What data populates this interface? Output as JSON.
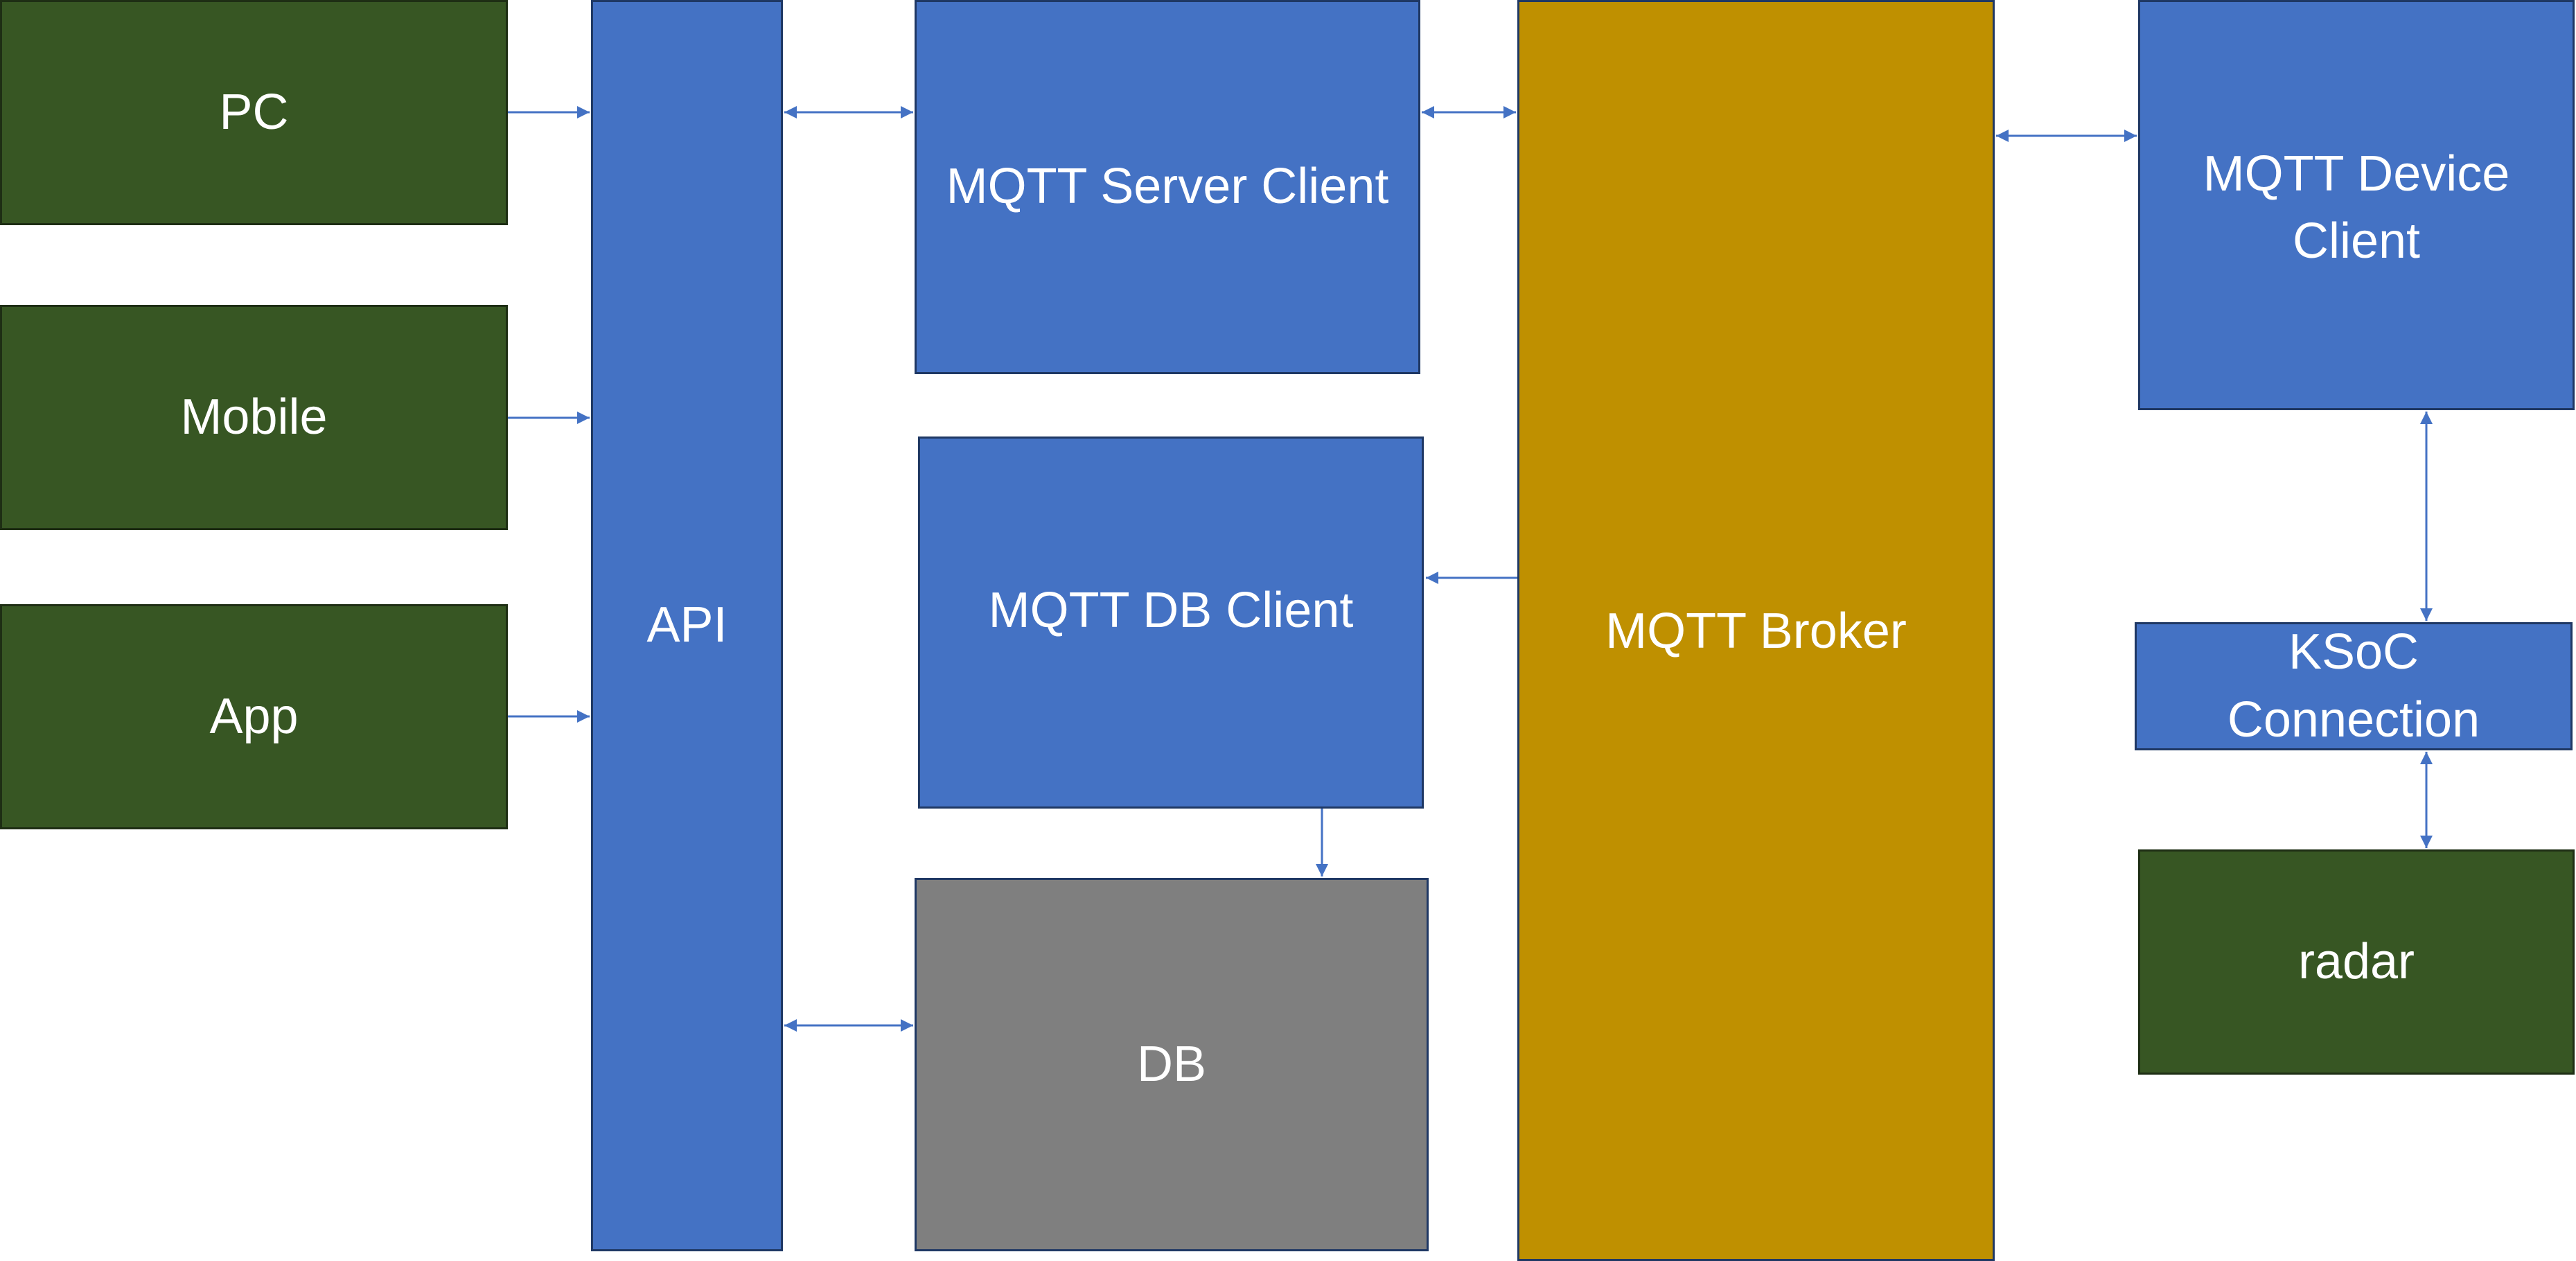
{
  "diagram": {
    "nodes": {
      "pc": "PC",
      "mobile": "Mobile",
      "app": "App",
      "api": "API",
      "mqtt_server_client": "MQTT Server Client",
      "mqtt_db_client": "MQTT DB Client",
      "db": "DB",
      "mqtt_broker": "MQTT Broker",
      "mqtt_device_client": "MQTT Device\nClient",
      "ksoc_connection": "KSoC\nConnection",
      "radar": "radar"
    },
    "edges": [
      {
        "from": "pc",
        "to": "api",
        "direction": "forward"
      },
      {
        "from": "mobile",
        "to": "api",
        "direction": "forward"
      },
      {
        "from": "app",
        "to": "api",
        "direction": "forward"
      },
      {
        "from": "api",
        "to": "mqtt_server_client",
        "direction": "both"
      },
      {
        "from": "api",
        "to": "db",
        "direction": "both"
      },
      {
        "from": "mqtt_server_client",
        "to": "mqtt_broker",
        "direction": "both"
      },
      {
        "from": "mqtt_broker",
        "to": "mqtt_db_client",
        "direction": "forward"
      },
      {
        "from": "mqtt_db_client",
        "to": "db",
        "direction": "forward"
      },
      {
        "from": "mqtt_broker",
        "to": "mqtt_device_client",
        "direction": "both"
      },
      {
        "from": "mqtt_device_client",
        "to": "ksoc_connection",
        "direction": "both"
      },
      {
        "from": "ksoc_connection",
        "to": "radar",
        "direction": "both"
      }
    ],
    "colors": {
      "client_green": "#375623",
      "component_blue": "#4472c4",
      "broker_gold": "#bf9000",
      "database_gray": "#7f7f7f",
      "connector": "#4472c4"
    }
  }
}
